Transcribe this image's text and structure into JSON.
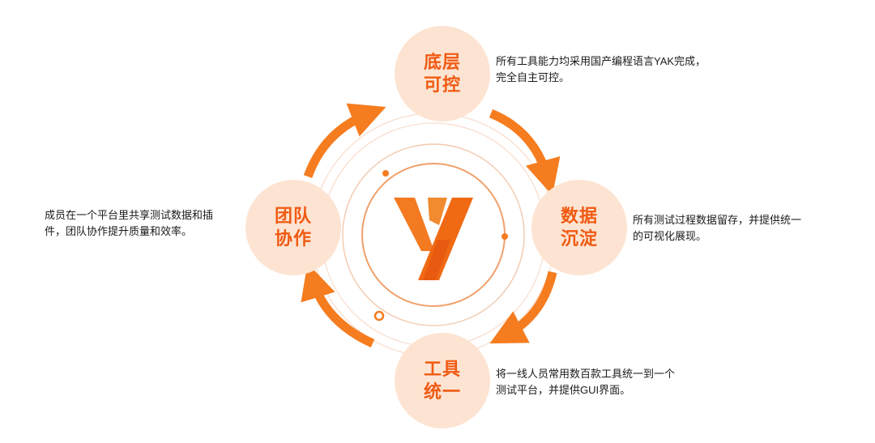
{
  "nodes": {
    "top": {
      "label": "底层可控"
    },
    "right": {
      "label": "数据沉淀"
    },
    "bottom": {
      "label": "工具统一"
    },
    "left": {
      "label": "团队协作"
    }
  },
  "descriptions": {
    "top": {
      "line1": "所有工具能力均采用国产编程语言YAK完成，",
      "line2": "完全自主可控。"
    },
    "right": {
      "line1": "所有测试过程数据留存，并提供统一",
      "line2": "的可视化展现。"
    },
    "bottom": {
      "line1": "将一线人员常用数百款工具统一到一个",
      "line2": "测试平台，并提供GUI界面。"
    },
    "left": {
      "line1": "成员在一个平台里共享测试数据和插",
      "line2": "件，团队协作提升质量和效率。"
    }
  },
  "colors": {
    "accent": "#f57c1f",
    "node_fill": "#fde4d2",
    "node_text": "#f05a12",
    "ring": "#f2c9ad"
  },
  "icons": {
    "center_logo": "yak-logo-icon"
  }
}
